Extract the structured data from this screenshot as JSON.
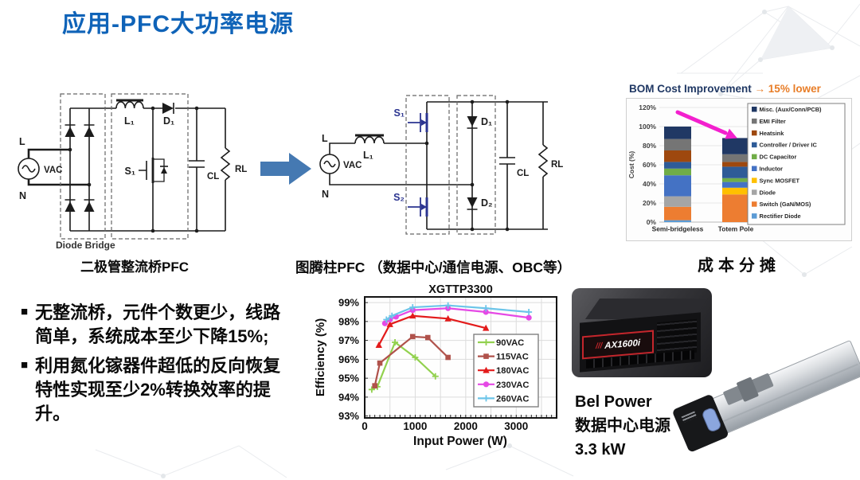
{
  "slide": {
    "title": "应用-PFC大功率电源"
  },
  "figures": {
    "left": {
      "caption": "二极管整流桥PFC",
      "box_label": "Diode Bridge",
      "labels": {
        "l": "L",
        "n": "N",
        "vac": "VAC",
        "l1": "L₁",
        "d1": "D₁",
        "s1": "S₁",
        "cl": "CL",
        "rl": "RL"
      }
    },
    "middle": {
      "caption": "图腾柱PFC （数据中心/通信电源、OBC等）",
      "labels": {
        "l": "L",
        "n": "N",
        "vac": "VAC",
        "l1": "L₁",
        "s1": "S₁",
        "s2": "S₂",
        "d1": "D₁",
        "d2": "D₂",
        "cl": "CL",
        "rl": "RL"
      }
    },
    "right": {
      "caption": "成本分摊"
    }
  },
  "bullets": [
    "无整流桥，元件个数更少，线路简单，系统成本至少下降15%;",
    "利用氮化镓器件超低的反向恢复特性实现至少2%转换效率的提升。"
  ],
  "products": {
    "badge": "AX1600i",
    "caption_lines": [
      "Bel Power",
      "数据中心电源",
      "3.3 kW"
    ]
  },
  "chart_data": [
    {
      "type": "bar",
      "title": "BOM Cost Improvement",
      "title_suffix": "→ 15% lower",
      "title_color": "#203864",
      "suffix_color": "#e87d27",
      "arrow_color": "#f320ce",
      "ylabel": "Cost (%)",
      "ylim": [
        0,
        120
      ],
      "ytick_step": 20,
      "legend_position": "right",
      "categories": [
        "Semi-bridgeless",
        "Totem Pole"
      ],
      "series": [
        {
          "name": "Rectifier Diode",
          "color": "#5b9bd5",
          "values": [
            2,
            0
          ]
        },
        {
          "name": "Switch (GaN/MOS)",
          "color": "#ed7d31",
          "values": [
            14,
            29
          ]
        },
        {
          "name": "Diode",
          "color": "#a5a5a5",
          "values": [
            11,
            0
          ]
        },
        {
          "name": "Sync MOSFET",
          "color": "#ffc000",
          "values": [
            0,
            7
          ]
        },
        {
          "name": "Inductor",
          "color": "#4472c4",
          "values": [
            22,
            6
          ]
        },
        {
          "name": "DC Capacitor",
          "color": "#70ad47",
          "values": [
            7,
            4
          ]
        },
        {
          "name": "Controller / Driver IC",
          "color": "#2e5b97",
          "values": [
            7,
            12
          ]
        },
        {
          "name": "Heatsink",
          "color": "#9e480e",
          "values": [
            12,
            5
          ]
        },
        {
          "name": "EMI Filter",
          "color": "#757575",
          "values": [
            12,
            8
          ]
        },
        {
          "name": "Misc. (Aux/Conn/PCB)",
          "color": "#203864",
          "values": [
            13,
            17
          ]
        }
      ]
    },
    {
      "type": "line",
      "title": "XGTTP3300",
      "xlabel": "Input Power (W)",
      "ylabel": "Efficiency (%)",
      "xlim": [
        0,
        3800
      ],
      "ylim": [
        93,
        99
      ],
      "xticks": [
        0,
        1000,
        2000,
        3000
      ],
      "ytick_step": 1,
      "grid": true,
      "legend_position": "center-right",
      "series": [
        {
          "name": "90VAC",
          "color": "#92d14f",
          "marker": "plus",
          "points": [
            [
              140,
              94.4
            ],
            [
              250,
              94.55
            ],
            [
              600,
              96.9
            ],
            [
              1000,
              96.1
            ],
            [
              1400,
              95.1
            ]
          ]
        },
        {
          "name": "115VAC",
          "color": "#b0524b",
          "marker": "square",
          "points": [
            [
              200,
              94.6
            ],
            [
              300,
              95.8
            ],
            [
              950,
              97.2
            ],
            [
              1250,
              97.15
            ],
            [
              1650,
              96.1
            ]
          ]
        },
        {
          "name": "180VAC",
          "color": "#e31b1b",
          "marker": "triangle",
          "points": [
            [
              280,
              96.75
            ],
            [
              500,
              97.85
            ],
            [
              950,
              98.3
            ],
            [
              1650,
              98.15
            ],
            [
              2400,
              97.65
            ]
          ]
        },
        {
          "name": "230VAC",
          "color": "#e549e5",
          "marker": "circle",
          "points": [
            [
              400,
              97.9
            ],
            [
              500,
              98.1
            ],
            [
              620,
              98.25
            ],
            [
              950,
              98.6
            ],
            [
              1650,
              98.7
            ],
            [
              2400,
              98.5
            ],
            [
              3250,
              98.2
            ]
          ]
        },
        {
          "name": "260VAC",
          "color": "#6cc5e9",
          "marker": "plus",
          "points": [
            [
              430,
              98.1
            ],
            [
              540,
              98.3
            ],
            [
              950,
              98.75
            ],
            [
              1650,
              98.85
            ],
            [
              2400,
              98.7
            ],
            [
              3250,
              98.5
            ]
          ]
        }
      ]
    }
  ]
}
